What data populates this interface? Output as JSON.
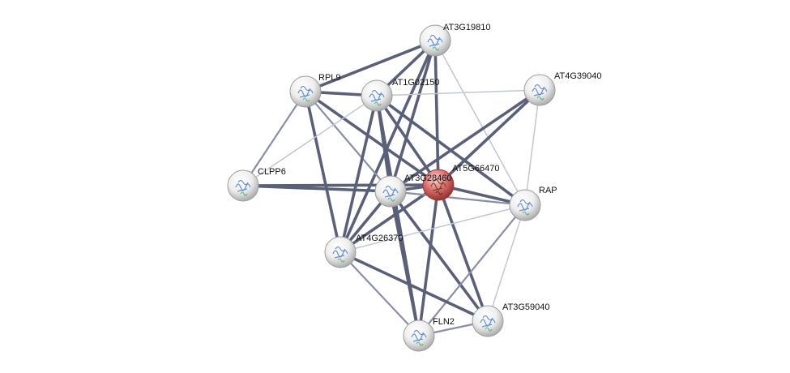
{
  "nodes": [
    {
      "id": "AT3G19810",
      "label": "AT3G19810",
      "highlight": false
    },
    {
      "id": "RPL9",
      "label": "RPL9",
      "highlight": false
    },
    {
      "id": "AT1G02150",
      "label": "AT1G02150",
      "highlight": false
    },
    {
      "id": "AT4G39040",
      "label": "AT4G39040",
      "highlight": false
    },
    {
      "id": "CLPP6",
      "label": "CLPP6",
      "highlight": false
    },
    {
      "id": "AT5G66470",
      "label": "AT5G66470",
      "highlight": true
    },
    {
      "id": "AT3G28460",
      "label": "AT3G28460",
      "highlight": false
    },
    {
      "id": "RAP",
      "label": "RAP",
      "highlight": false
    },
    {
      "id": "AT4G26370",
      "label": "AT4G26370",
      "highlight": false
    },
    {
      "id": "AT3G59040",
      "label": "AT3G59040",
      "highlight": false
    },
    {
      "id": "FLN2",
      "label": "FLN2",
      "highlight": false
    }
  ],
  "edges": [
    {
      "from": "AT3G19810",
      "to": "RPL9",
      "strength": "strong"
    },
    {
      "from": "AT3G19810",
      "to": "AT1G02150",
      "strength": "strong"
    },
    {
      "from": "AT3G19810",
      "to": "AT5G66470",
      "strength": "strong"
    },
    {
      "from": "AT3G19810",
      "to": "AT3G28460",
      "strength": "strong"
    },
    {
      "from": "AT3G19810",
      "to": "AT4G26370",
      "strength": "strong"
    },
    {
      "from": "AT3G19810",
      "to": "RAP",
      "strength": "weak"
    },
    {
      "from": "RPL9",
      "to": "AT1G02150",
      "strength": "strong"
    },
    {
      "from": "RPL9",
      "to": "CLPP6",
      "strength": "medium"
    },
    {
      "from": "RPL9",
      "to": "AT5G66470",
      "strength": "strong"
    },
    {
      "from": "RPL9",
      "to": "AT3G28460",
      "strength": "medium"
    },
    {
      "from": "RPL9",
      "to": "AT4G26370",
      "strength": "strong"
    },
    {
      "from": "AT1G02150",
      "to": "AT4G39040",
      "strength": "weak"
    },
    {
      "from": "AT1G02150",
      "to": "CLPP6",
      "strength": "weak"
    },
    {
      "from": "AT1G02150",
      "to": "AT5G66470",
      "strength": "strong"
    },
    {
      "from": "AT1G02150",
      "to": "AT3G28460",
      "strength": "strong"
    },
    {
      "from": "AT1G02150",
      "to": "RAP",
      "strength": "strong"
    },
    {
      "from": "AT1G02150",
      "to": "AT4G26370",
      "strength": "strong"
    },
    {
      "from": "AT1G02150",
      "to": "FLN2",
      "strength": "strong"
    },
    {
      "from": "AT4G39040",
      "to": "AT5G66470",
      "strength": "strong"
    },
    {
      "from": "AT4G39040",
      "to": "AT3G28460",
      "strength": "strong"
    },
    {
      "from": "AT4G39040",
      "to": "RAP",
      "strength": "weak"
    },
    {
      "from": "CLPP6",
      "to": "AT5G66470",
      "strength": "strong"
    },
    {
      "from": "CLPP6",
      "to": "AT3G28460",
      "strength": "strong"
    },
    {
      "from": "AT5G66470",
      "to": "AT3G28460",
      "strength": "strong"
    },
    {
      "from": "AT5G66470",
      "to": "RAP",
      "strength": "strong"
    },
    {
      "from": "AT5G66470",
      "to": "AT4G26370",
      "strength": "strong"
    },
    {
      "from": "AT5G66470",
      "to": "FLN2",
      "strength": "strong"
    },
    {
      "from": "AT5G66470",
      "to": "AT3G59040",
      "strength": "strong"
    },
    {
      "from": "AT3G28460",
      "to": "RAP",
      "strength": "medium"
    },
    {
      "from": "AT3G28460",
      "to": "AT4G26370",
      "strength": "strong"
    },
    {
      "from": "AT3G28460",
      "to": "FLN2",
      "strength": "strong"
    },
    {
      "from": "AT3G28460",
      "to": "AT3G59040",
      "strength": "strong"
    },
    {
      "from": "RAP",
      "to": "AT4G26370",
      "strength": "weak"
    },
    {
      "from": "RAP",
      "to": "AT3G59040",
      "strength": "weak"
    },
    {
      "from": "RAP",
      "to": "FLN2",
      "strength": "medium"
    },
    {
      "from": "AT4G26370",
      "to": "FLN2",
      "strength": "medium"
    },
    {
      "from": "AT4G26370",
      "to": "AT3G59040",
      "strength": "strong"
    },
    {
      "from": "FLN2",
      "to": "AT3G59040",
      "strength": "medium"
    }
  ],
  "colors": {
    "edge_strong": "#5a6078",
    "edge_medium": "#8a8fa6",
    "edge_weak": "#c2c6d6",
    "node_fill": "#eeeeee",
    "node_highlight": "#d86868",
    "label": "#111111",
    "background": "#ffffff"
  }
}
